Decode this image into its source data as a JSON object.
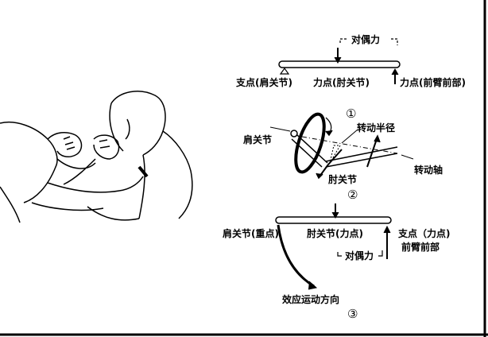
{
  "panel1": {
    "couple_force": "对偶力",
    "fulcrum_label": "支点(肩关节)",
    "force_point_elbow": "力点(肘关节)",
    "force_point_forearm": "力点(前臂前部)"
  },
  "panel2": {
    "number": "①",
    "rotation_radius": "转动半径",
    "shoulder_joint": "肩关节",
    "rotation_axis": "转动轴",
    "elbow_joint": "肘关节",
    "number2": "②"
  },
  "panel3": {
    "shoulder_label": "肩关节(重点)",
    "elbow_label": "肘关节(力点)",
    "fulcrum_label": "支点（力点)",
    "forearm_label": "前臂前部",
    "couple_force": "对偶力",
    "effect_direction": "效应运动方向",
    "number": "③"
  }
}
